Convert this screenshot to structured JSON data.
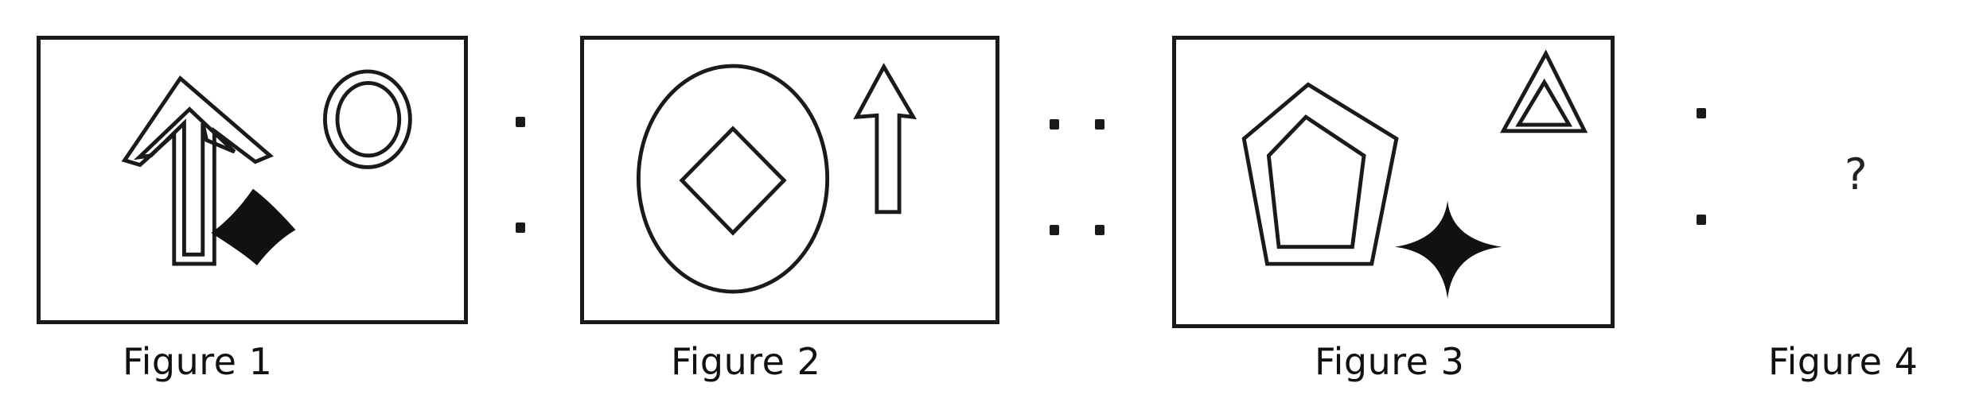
{
  "figures": [
    {
      "caption": "Figure 1"
    },
    {
      "caption": "Figure 2"
    },
    {
      "caption": "Figure 3"
    },
    {
      "caption": "Figure 4",
      "placeholder": "?"
    }
  ],
  "colors": {
    "stroke": "#1a1a1a",
    "background": "#ffffff"
  }
}
